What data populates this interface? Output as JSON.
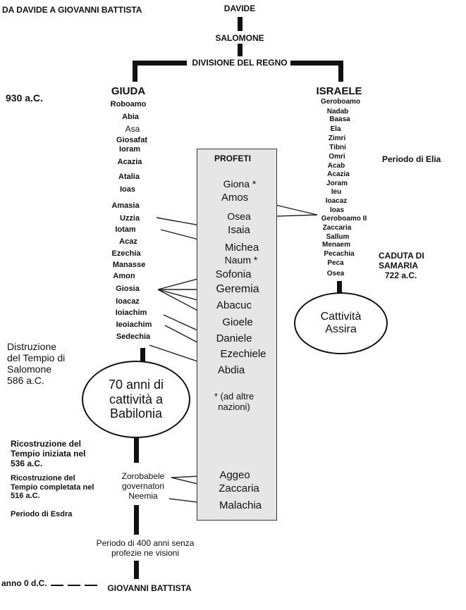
{
  "title": "DA DAVIDE A GIOVANNI BATTISTA",
  "top_line": [
    "DAVIDE",
    "SALOMONE",
    "DIVISIONE DEL REGNO"
  ],
  "left_notes": {
    "date_930": "930 a.C.",
    "distruzione": [
      "Distruzione",
      "del Tempio di",
      "Salomone",
      "586 a.C."
    ],
    "ricostruzione_iniziata": [
      "Ricostruzione del",
      "Tempio iniziata nel",
      "536 a.C."
    ],
    "ricostruzione_completata": [
      "Ricostruzione del",
      "Tempio completata nel",
      "516 a.C."
    ],
    "esdra": "Periodo di Esdra",
    "anno_zero": "anno 0 d.C."
  },
  "giuda": {
    "heading": "GIUDA",
    "kings": [
      "Roboamo",
      "Abia",
      "Asa",
      "Giosafat",
      "Ioram",
      "Acazia",
      "Atalia",
      "Ioas",
      "Amasia",
      "Uzzia",
      "Iotam",
      "Acaz",
      "Ezechia",
      "Manasse",
      "Amon",
      "Giosia",
      "Ioacaz",
      "Ioiachim",
      "Ieoiachim",
      "Sedechia"
    ]
  },
  "israele": {
    "heading": "ISRAELE",
    "kings": [
      "Geroboamo",
      "Nadab",
      "Baasa",
      "Ela",
      "Zimri",
      "Tibni",
      "Omri",
      "Acab",
      "Acazia",
      "Joram",
      "Ieu",
      "Ioacaz",
      "Ioas",
      "Geroboamo II",
      "Zaccaria",
      "Sallum",
      "Menaem",
      "Pecachia",
      "Peca",
      "Osea"
    ]
  },
  "right_notes": {
    "elia": "Periodo di Elia",
    "caduta": [
      "CADUTA DI",
      "SAMARIA",
      "722 a.C."
    ]
  },
  "profeti": {
    "heading": "PROFETI",
    "names": [
      "Giona *",
      "Amos",
      "Osea",
      "Isaia",
      "Michea",
      "Naum *",
      "Sofonia",
      "Geremia",
      "Abacuc",
      "Gioele",
      "Daniele",
      "Ezechiele",
      "Abdia"
    ],
    "note": [
      "* (ad altre",
      "nazioni)"
    ],
    "later": [
      "Aggeo",
      "Zaccaria",
      "Malachia"
    ]
  },
  "cattivita_assira": [
    "Cattività",
    "Assira"
  ],
  "cattivita_babilonia": [
    "70 anni di",
    "cattività a",
    "Babilonia"
  ],
  "post_exile": [
    "Zorobabele",
    "governatori",
    "Neemia"
  ],
  "silenzio": [
    "Periodo di 400 anni senza",
    "profezie ne visioni"
  ],
  "bottom": "GIOVANNI BATTISTA"
}
